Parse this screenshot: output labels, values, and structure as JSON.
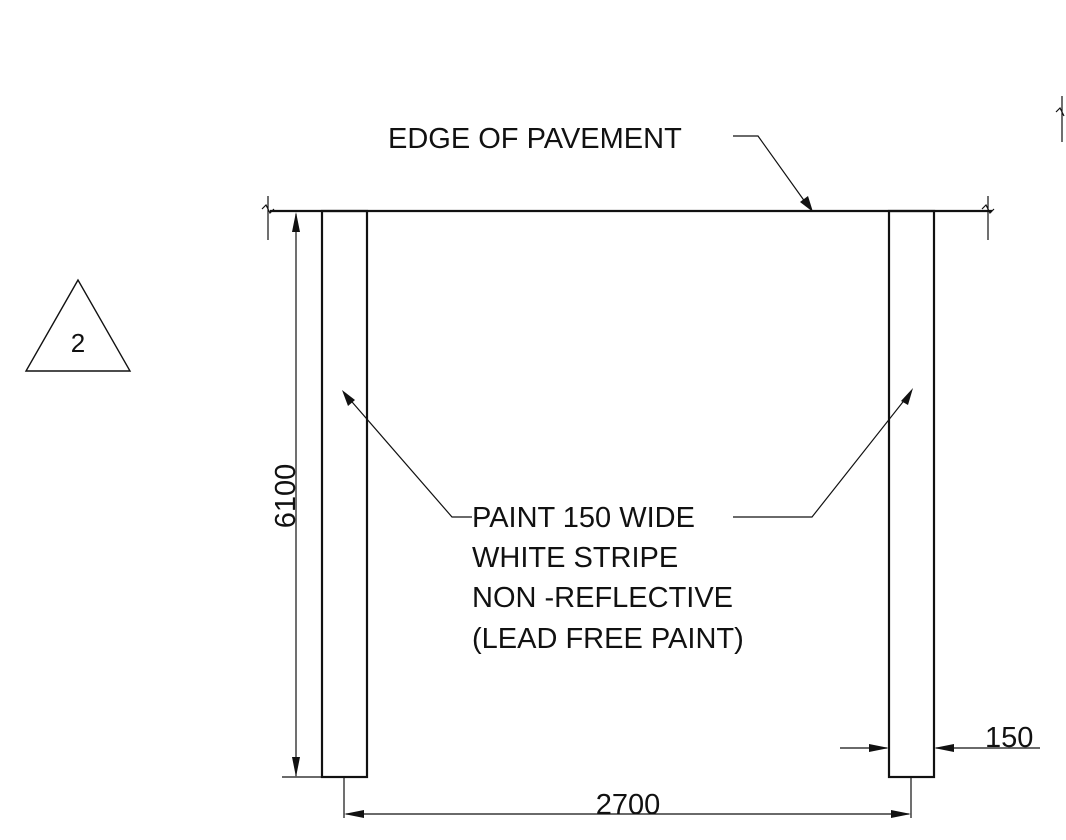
{
  "labels": {
    "edge_of_pavement": "EDGE OF PAVEMENT",
    "note_lines": [
      "PAINT 150 WIDE",
      "WHITE STRIPE",
      "NON -REFLECTIVE",
      "(LEAD FREE PAINT)"
    ],
    "revision_tag": "2"
  },
  "dimensions": {
    "stripe_length": "6100",
    "stripe_spacing": "2700",
    "stripe_width": "150"
  }
}
